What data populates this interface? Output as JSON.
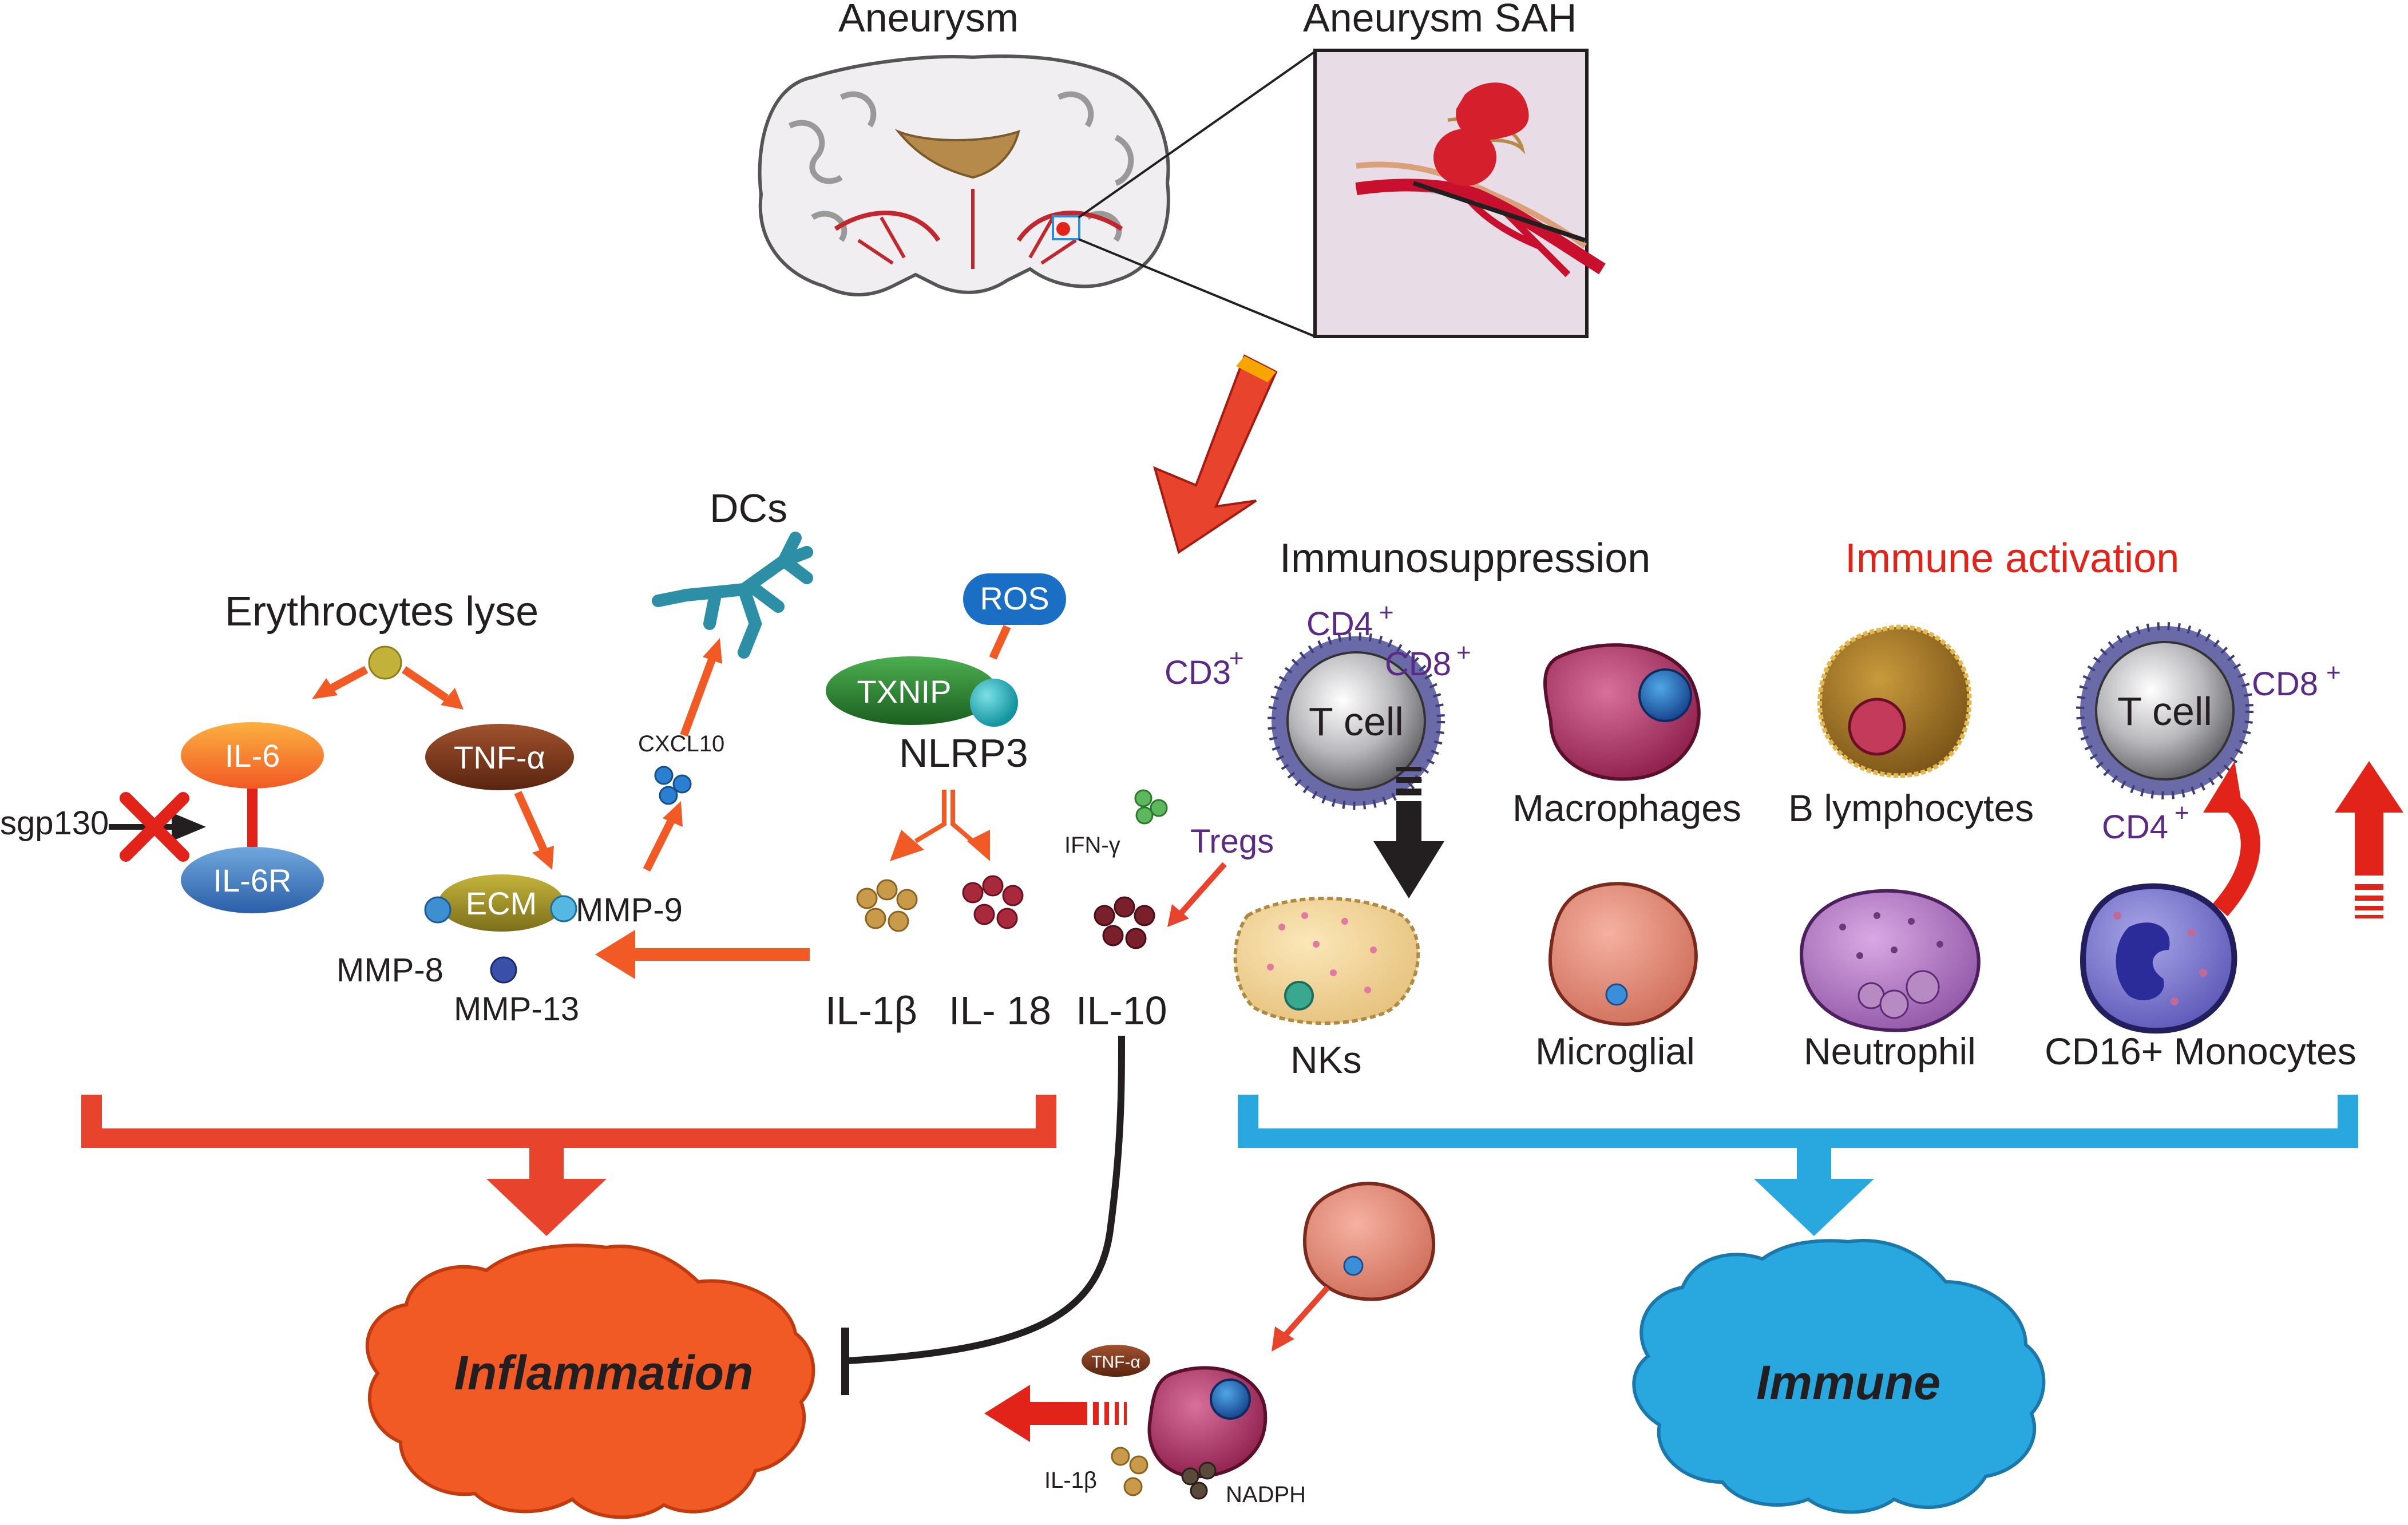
{
  "top": {
    "aneurysm_label": "Aneurysm",
    "aneurysm_sah_label": "Aneurysm SAH"
  },
  "left_panel": {
    "dcs": "DCs",
    "erythrocytes_lyse": "Erythrocytes lyse",
    "il6": "IL-6",
    "il6r": "IL-6R",
    "sgp130": "sgp130",
    "tnfa": "TNF-α",
    "ecm": "ECM",
    "mmp8": "MMP-8",
    "mmp9": "MMP-9",
    "mmp13": "MMP-13",
    "cxcl10": "CXCL10",
    "ros": "ROS",
    "txnip": "TXNIP",
    "nlrp3": "NLRP3",
    "il1b": "IL-1β",
    "il18": "IL- 18",
    "il10": "IL-10",
    "ifng": "IFN-γ",
    "tregs": "Tregs"
  },
  "right_panel": {
    "immunosuppression": "Immunosuppression",
    "immune_activation": "Immune activation",
    "tcell_left": "T cell",
    "tcell_right": "T cell",
    "cd3": "CD3",
    "cd4_left": "CD4",
    "cd8_left": "CD8",
    "cd8_right": "CD8",
    "cd4_right": "CD4",
    "plus": "+",
    "nks": "NKs",
    "macrophages": "Macrophages",
    "b_lymphocytes": "B lymphocytes",
    "microglial": "Microglial",
    "neutrophil": "Neutrophil",
    "cd16_monocytes": "CD16+  Monocytes"
  },
  "bottom": {
    "inflammation": "Inflammation",
    "immune": "Immune",
    "tnfa_small": "TNF-α",
    "il1b_small": "IL-1β",
    "nadph": "NADPH"
  },
  "colors": {
    "inflammation_red": "#e8432d",
    "inflammation_fill": "#f15a24",
    "immune_blue": "#29a8e0",
    "arrow_orange": "#f15a24",
    "text_purple": "#5b2a86",
    "activation_red": "#e2231a"
  }
}
